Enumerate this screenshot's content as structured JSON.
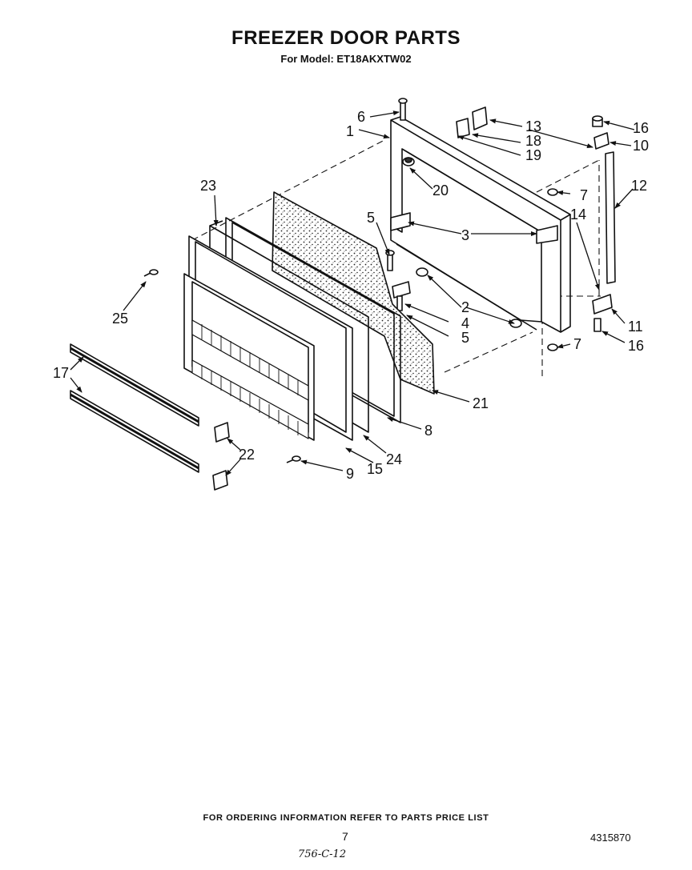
{
  "title": "FREEZER DOOR PARTS",
  "subtitle": "For Model: ET18AKXTW02",
  "callouts": [
    "1",
    "2",
    "3",
    "4",
    "5",
    "5",
    "6",
    "7",
    "7",
    "8",
    "9",
    "10",
    "11",
    "12",
    "13",
    "14",
    "15",
    "16",
    "16",
    "17",
    "18",
    "19",
    "20",
    "21",
    "22",
    "23",
    "24",
    "25"
  ],
  "footer": {
    "ordering_note": "FOR ORDERING INFORMATION REFER TO PARTS PRICE LIST",
    "page_number": "7",
    "part_number": "4315870",
    "handwritten_mark": "756-C-12"
  }
}
